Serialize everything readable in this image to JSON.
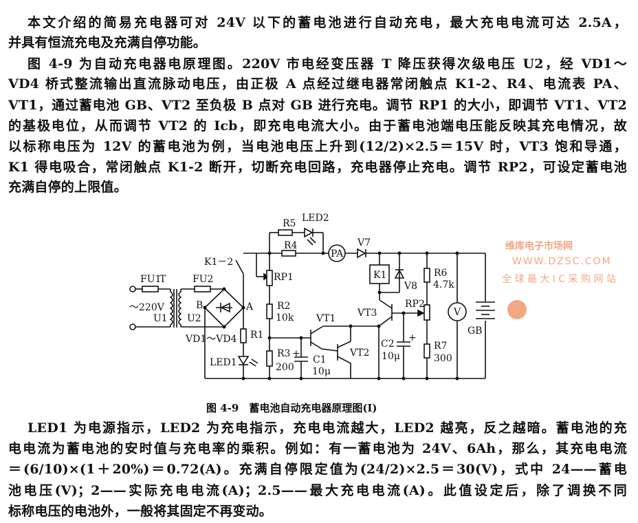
{
  "paragraphs": {
    "p1": [
      "本文介绍的简易充电器可对 24V 以下的蓄电池进行自动充电，最大充电电流可达 2.5A，",
      "并具有恒流充电及充满自停功能。"
    ],
    "p2": [
      "图 4-9 为自动充电器电原理图。220V 市电经变压器 T 降压获得次级电压 U2，经 VD1～",
      "VD4 桥式整流输出直流脉动电压，由正极 A 点经过继电器常闭触点 K1-2、R4、电流表 PA、",
      "VT1，通过蓄电池 GB、VT2 至负极 B 点对 GB 进行充电。调节 RP1 的大小，即调节 VT1、VT2",
      "的基极电位，从而调节 VT2 的 Icb，即充电电流大小。由于蓄电池端电压能反映其充电情况，故",
      "以标称电压为 12V 的蓄电池为例，当电池电压上升到(12/2)×2.5＝15V 时，VT3 饱和导通，",
      "K1 得电吸合，常闭触点 K1-2 断开，切断充电回路，充电器停止充电。调节 RP2，可设定蓄电池",
      "充满自停的上限值。"
    ],
    "p3": [
      "LED1 为电源指示，LED2 为充电指示，充电电流越大，LED2 越亮，反之越暗。蓄电池的充",
      "电电流为蓄电池的安时值与充电率的乘积。例如：有一蓄电池为 24V、6Ah，那么，其充电电流",
      "＝(6/10)×(1＋20%)＝0.72(A)。充满自停限定值为(24/2)×2.5＝30(V)，式中 24——蓄电",
      "池电压(V)；2——实际充电电流(A)；2.5——最大充电电流(A)。此值设定后，除了调换不同",
      "标称电压的电池外，一般将其固定不再变动。"
    ]
  },
  "figure": {
    "caption": "图 4-9　蓄电池自动充电器原理图(Ⅰ)",
    "labels": {
      "fu1": "FU1",
      "t": "T",
      "fu2": "FU2",
      "v220": "～220V",
      "u1": "U1",
      "b": "B",
      "u2": "U2",
      "a": "A",
      "vd": "VD1～VD4",
      "k12": "K1－2",
      "r5": "R5",
      "led2": "LED2",
      "r4": "R4",
      "pa": "PA",
      "v7": "V7",
      "k1": "K1",
      "v8": "V8",
      "rp1": "RP1",
      "r2": "R2",
      "r2v": "10k",
      "r1": "R1",
      "led1": "LED1",
      "r3": "R3",
      "r3v": "200",
      "c1": "C1",
      "c1v": "10μ",
      "vt1": "VT1",
      "vt2": "VT2",
      "vt3": "VT3",
      "rp2": "RP2",
      "c2": "C2",
      "c2v": "10μ",
      "r6": "R6",
      "r6v": "4.7k",
      "r7": "R7",
      "r7v": "300",
      "v": "V",
      "gb": "GB",
      "plus1": "+",
      "plus2": "+"
    },
    "watermark": {
      "name": "维库电子市场网",
      "url": "WWW.DZSC.COM",
      "slogan": "全 球 最 大 I C 采 购 网 站"
    }
  }
}
